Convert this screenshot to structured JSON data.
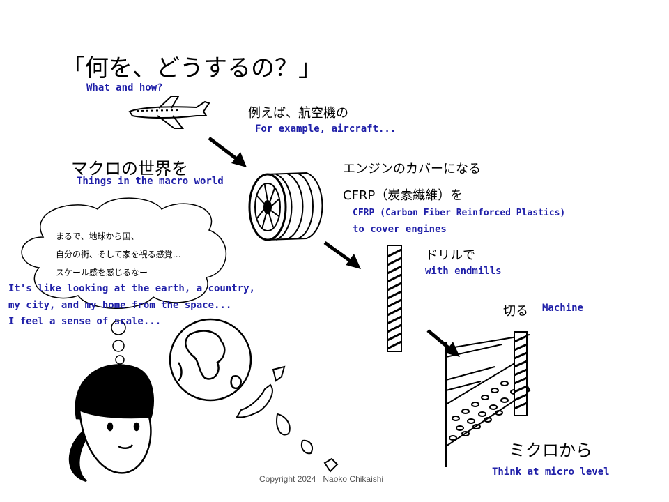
{
  "title": "「何を、どうするの？」",
  "title_en": "What and how?",
  "example": {
    "jp": "例えば、航空機の",
    "en": "For example, aircraft..."
  },
  "macro": {
    "jp": "マクロの世界を",
    "en": "Things in the macro world"
  },
  "engine": {
    "jp1": "エンジンのカバーになる",
    "jp2": "CFRP（炭素繊維）を",
    "en1": "CFRP (Carbon Fiber Reinforced Plastics)",
    "en2": "to cover engines"
  },
  "thought": {
    "jp1": "まるで、地球から国、",
    "jp2": "自分の街、そして家を視る感覚…",
    "jp3": "スケール感を感じるなー",
    "en1": "It's like looking at the earth, a country,",
    "en2": "my city, and my home from the space...",
    "en3": "I feel a sense of scale..."
  },
  "drill": {
    "jp": "ドリルで",
    "en": "with endmills"
  },
  "cut": {
    "jp": "切る",
    "en": "Machine"
  },
  "micro": {
    "jp": "ミクロから",
    "en": "Think at micro level"
  },
  "copyright": "Copyright 2024   Naoko Chikaishi"
}
